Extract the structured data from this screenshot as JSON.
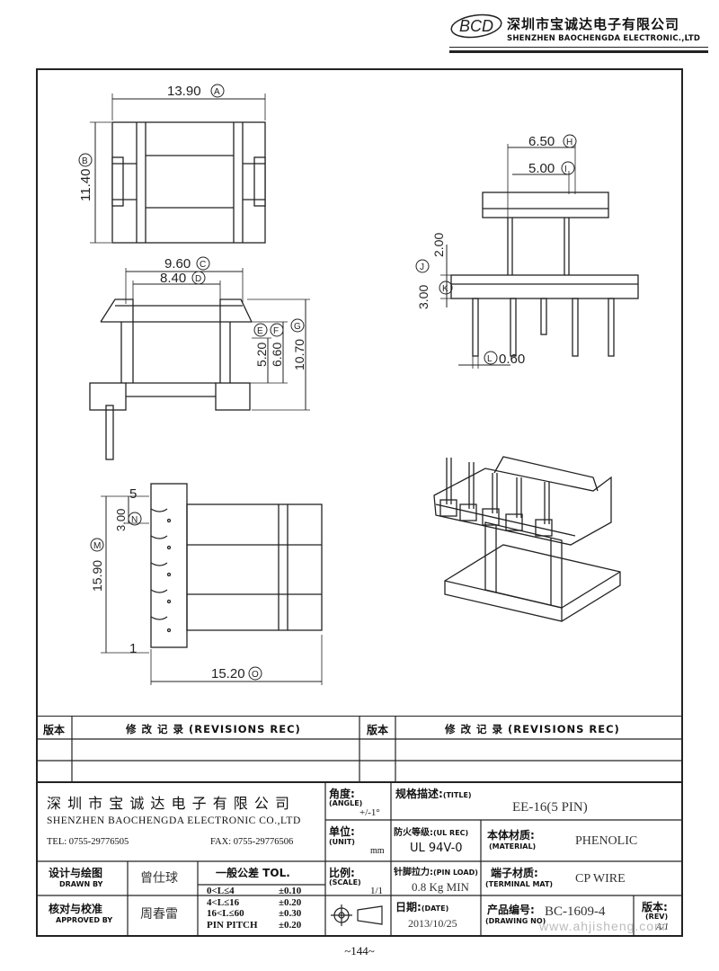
{
  "header": {
    "logo_text": "BCD",
    "company_cn": "深圳市宝诚达电子有限公司",
    "company_en": "SHENZHEN BAOCHENGDA ELECTRONIC.,LTD"
  },
  "dimensions": {
    "a": "13.90",
    "b": "11.40",
    "c": "9.60",
    "d": "8.40",
    "e": "5.20",
    "f": "6.60",
    "g": "10.70",
    "h": "6.50",
    "i": "5.00",
    "j": "2.00",
    "k": "3.00",
    "l": "0.60",
    "m": "15.90",
    "n": "3.00",
    "o": "15.20",
    "pin_top": "5",
    "pin_bottom": "1",
    "tags": {
      "a": "A",
      "b": "B",
      "c": "C",
      "d": "D",
      "e": "E",
      "f": "F",
      "g": "G",
      "h": "H",
      "i": "I",
      "j": "J",
      "k": "K",
      "l": "L",
      "m": "M",
      "n": "N",
      "o": "O"
    }
  },
  "revisions": {
    "col1_label": "版本",
    "col2_label": "修 改 记 录 (REVISIONS REC)",
    "col3_label": "版本",
    "col4_label": "修 改 记 录 (REVISIONS REC)"
  },
  "title_block": {
    "company_cn": "深 圳 市 宝 诚 达 电 子 有 限 公 司",
    "company_en": "SHENZHEN BAOCHENGDA ELECTRONIC CO.,LTD",
    "tel": "TEL: 0755-29776505",
    "fax": "FAX: 0755-29776506",
    "angle_label": "角度:",
    "angle_sub": "(ANGLE)",
    "angle_value": "+/-1°",
    "unit_label": "单位:",
    "unit_sub": "(UNIT)",
    "unit_value": "mm",
    "scale_label": "比例:",
    "scale_sub": "(SCALE)",
    "scale_value": "1/1",
    "title_label": "规格描述:",
    "title_sub": "(TITLE)",
    "title_value": "EE-16(5 PIN)",
    "ul_label": "防火等级:",
    "ul_sub": "(UL REC)",
    "ul_value": "UL 94V-0",
    "material_label": "本体材质:",
    "material_sub": "(MATERIAL)",
    "material_value": "PHENOLIC",
    "pinload_label": "针脚拉力:",
    "pinload_sub": "(PIN LOAD)",
    "pinload_value": "0.8 Kg MIN",
    "terminal_label": "端子材质:",
    "terminal_sub": "(TERMINAL MAT)",
    "terminal_value": "CP WIRE",
    "date_label": "日期:",
    "date_sub": "(DATE)",
    "date_value": "2013/10/25",
    "drawingno_label": "产品编号:",
    "drawingno_sub": "(DRAWING NO)",
    "drawingno_value": "BC-1609-4",
    "rev_label": "版本:",
    "rev_sub": "(REV)",
    "rev_value": "A/1",
    "drawn_label": "设计与绘图",
    "drawn_sub": "DRAWN BY",
    "drawn_value": "曾仕球",
    "approved_label": "核对与校准",
    "approved_sub": "APPROVED BY",
    "approved_value": "周春雷",
    "tol_title": "一般公差 TOL.",
    "tol_rows": [
      {
        "range": "0<L≤4",
        "tol": "±0.10"
      },
      {
        "range": "4<L≤16",
        "tol": "±0.20"
      },
      {
        "range": "16<L≤60",
        "tol": "±0.30"
      },
      {
        "range": "PIN PITCH",
        "tol": "±0.20"
      }
    ]
  },
  "page_number": "~144~",
  "watermark": "www.ahjisheng.com"
}
